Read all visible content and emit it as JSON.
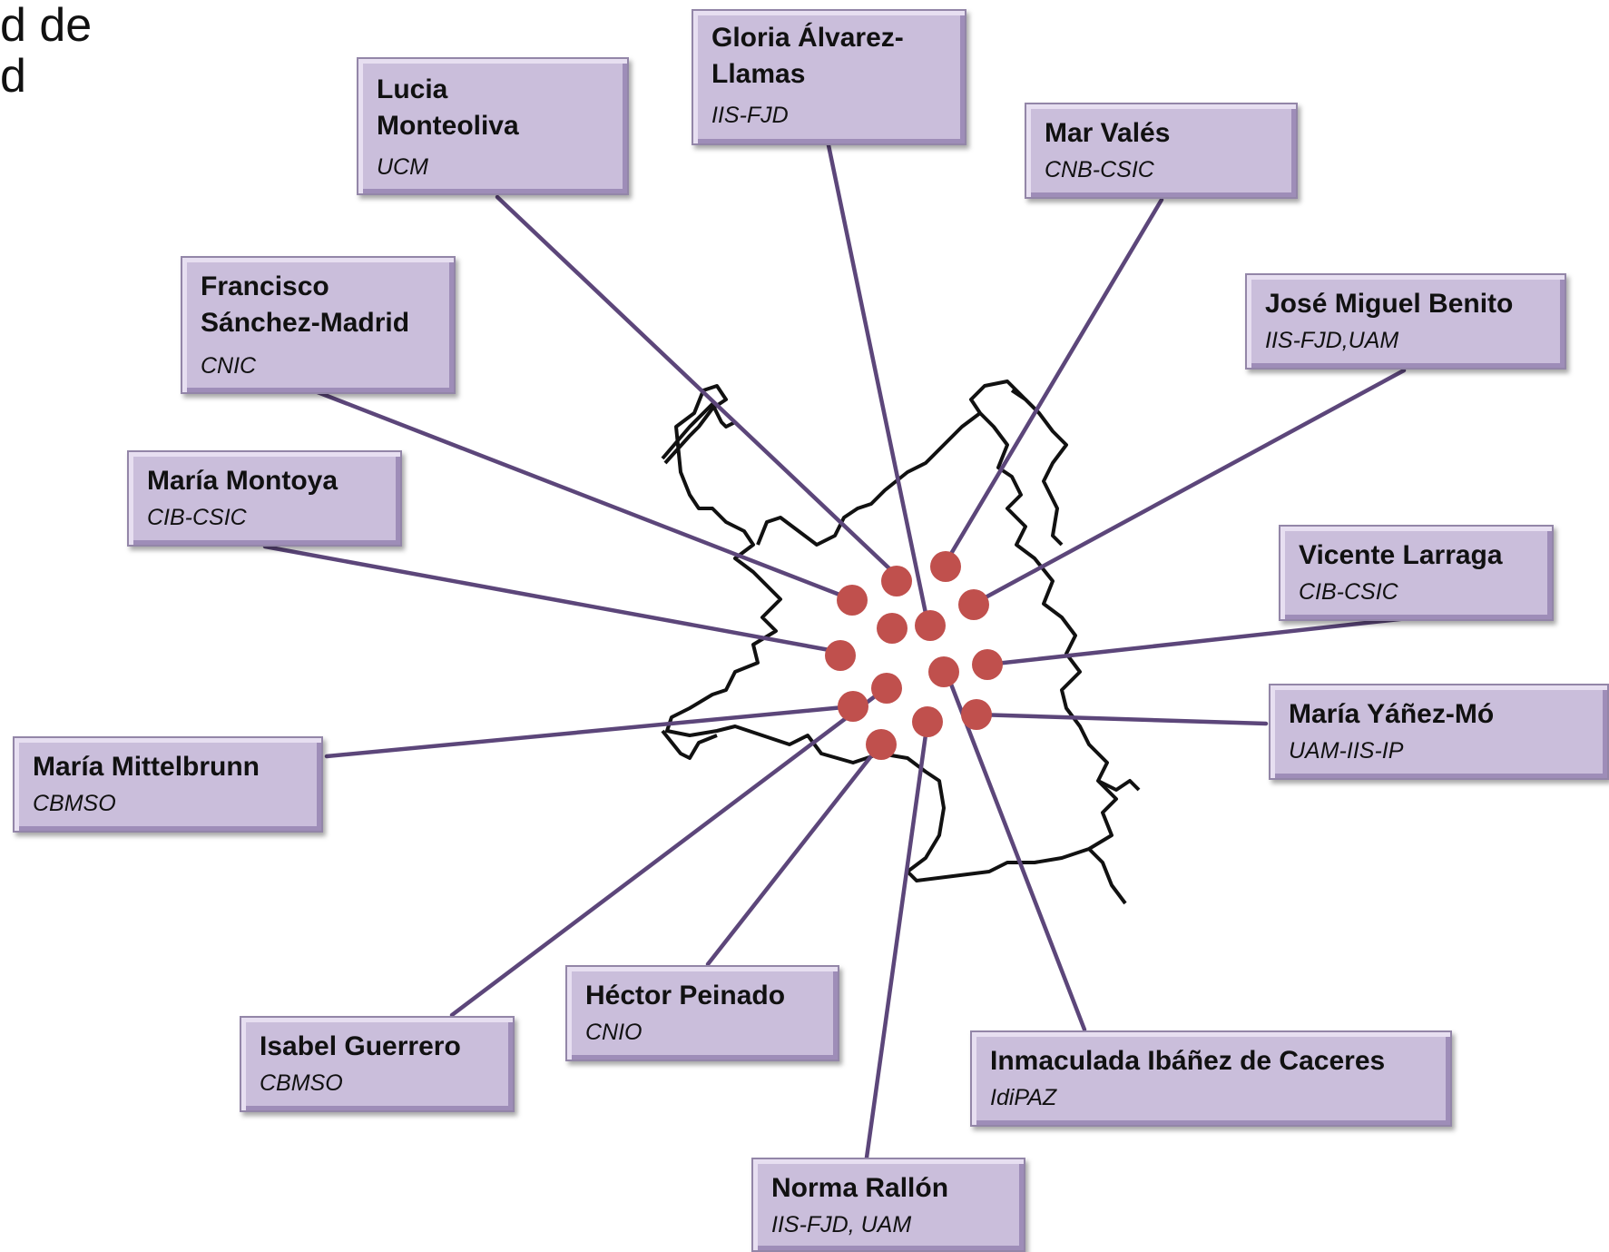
{
  "slide_title": {
    "line1": "d de",
    "line2": "d"
  },
  "colors": {
    "connector": "#5c467a",
    "dot": "#c0504d",
    "map_outline": "#111111",
    "box_fill": "#cabedb"
  },
  "researchers": [
    {
      "name": "Gloria Álvarez-\nLlamas",
      "institution": "IIS-FJD"
    },
    {
      "name": "Lucia\nMonteoliva",
      "institution": "UCM"
    },
    {
      "name": "Mar Valés",
      "institution": "CNB-CSIC"
    },
    {
      "name": "José Miguel Benito",
      "institution": "IIS-FJD,UAM"
    },
    {
      "name": "Francisco\nSánchez-Madrid",
      "institution": "CNIC"
    },
    {
      "name": "María Montoya",
      "institution": "CIB-CSIC"
    },
    {
      "name": "Vicente Larraga",
      "institution": "CIB-CSIC"
    },
    {
      "name": "María Yáñez-Mó",
      "institution": "UAM-IIS-IP"
    },
    {
      "name": "María Mittelbrunn",
      "institution": "CBMSO"
    },
    {
      "name": "Héctor Peinado",
      "institution": "CNIO"
    },
    {
      "name": "Isabel Guerrero",
      "institution": "CBMSO"
    },
    {
      "name": "Inmaculada Ibáñez de Caceres",
      "institution": "IdiPAZ"
    },
    {
      "name": "Norma Rallón",
      "institution": "IIS-FJD, UAM"
    }
  ]
}
